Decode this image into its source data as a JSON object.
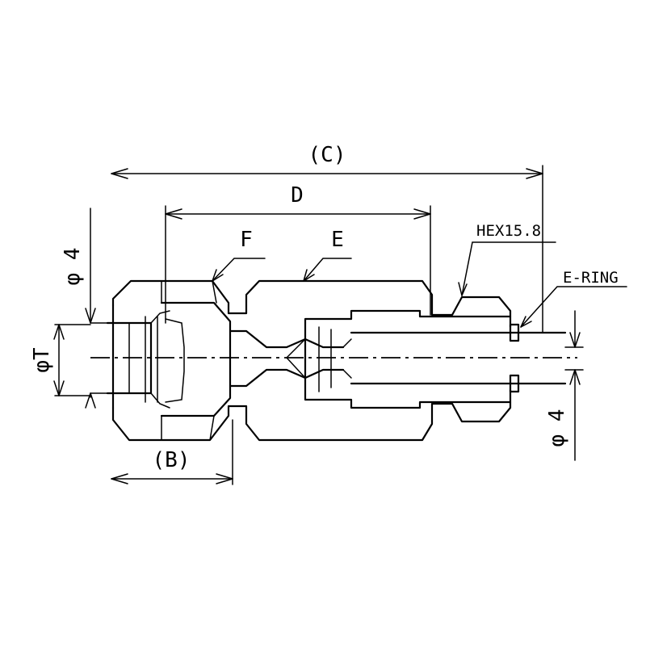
{
  "dimensions": {
    "C": "(C)",
    "D": "D",
    "B": "(B)",
    "F": "F",
    "E": "E",
    "phi4_left": "φ 4",
    "phiT": "φT",
    "phi4_right": "φ 4"
  },
  "callouts": {
    "hex": "HEX15.8",
    "ering": "E-RING"
  }
}
